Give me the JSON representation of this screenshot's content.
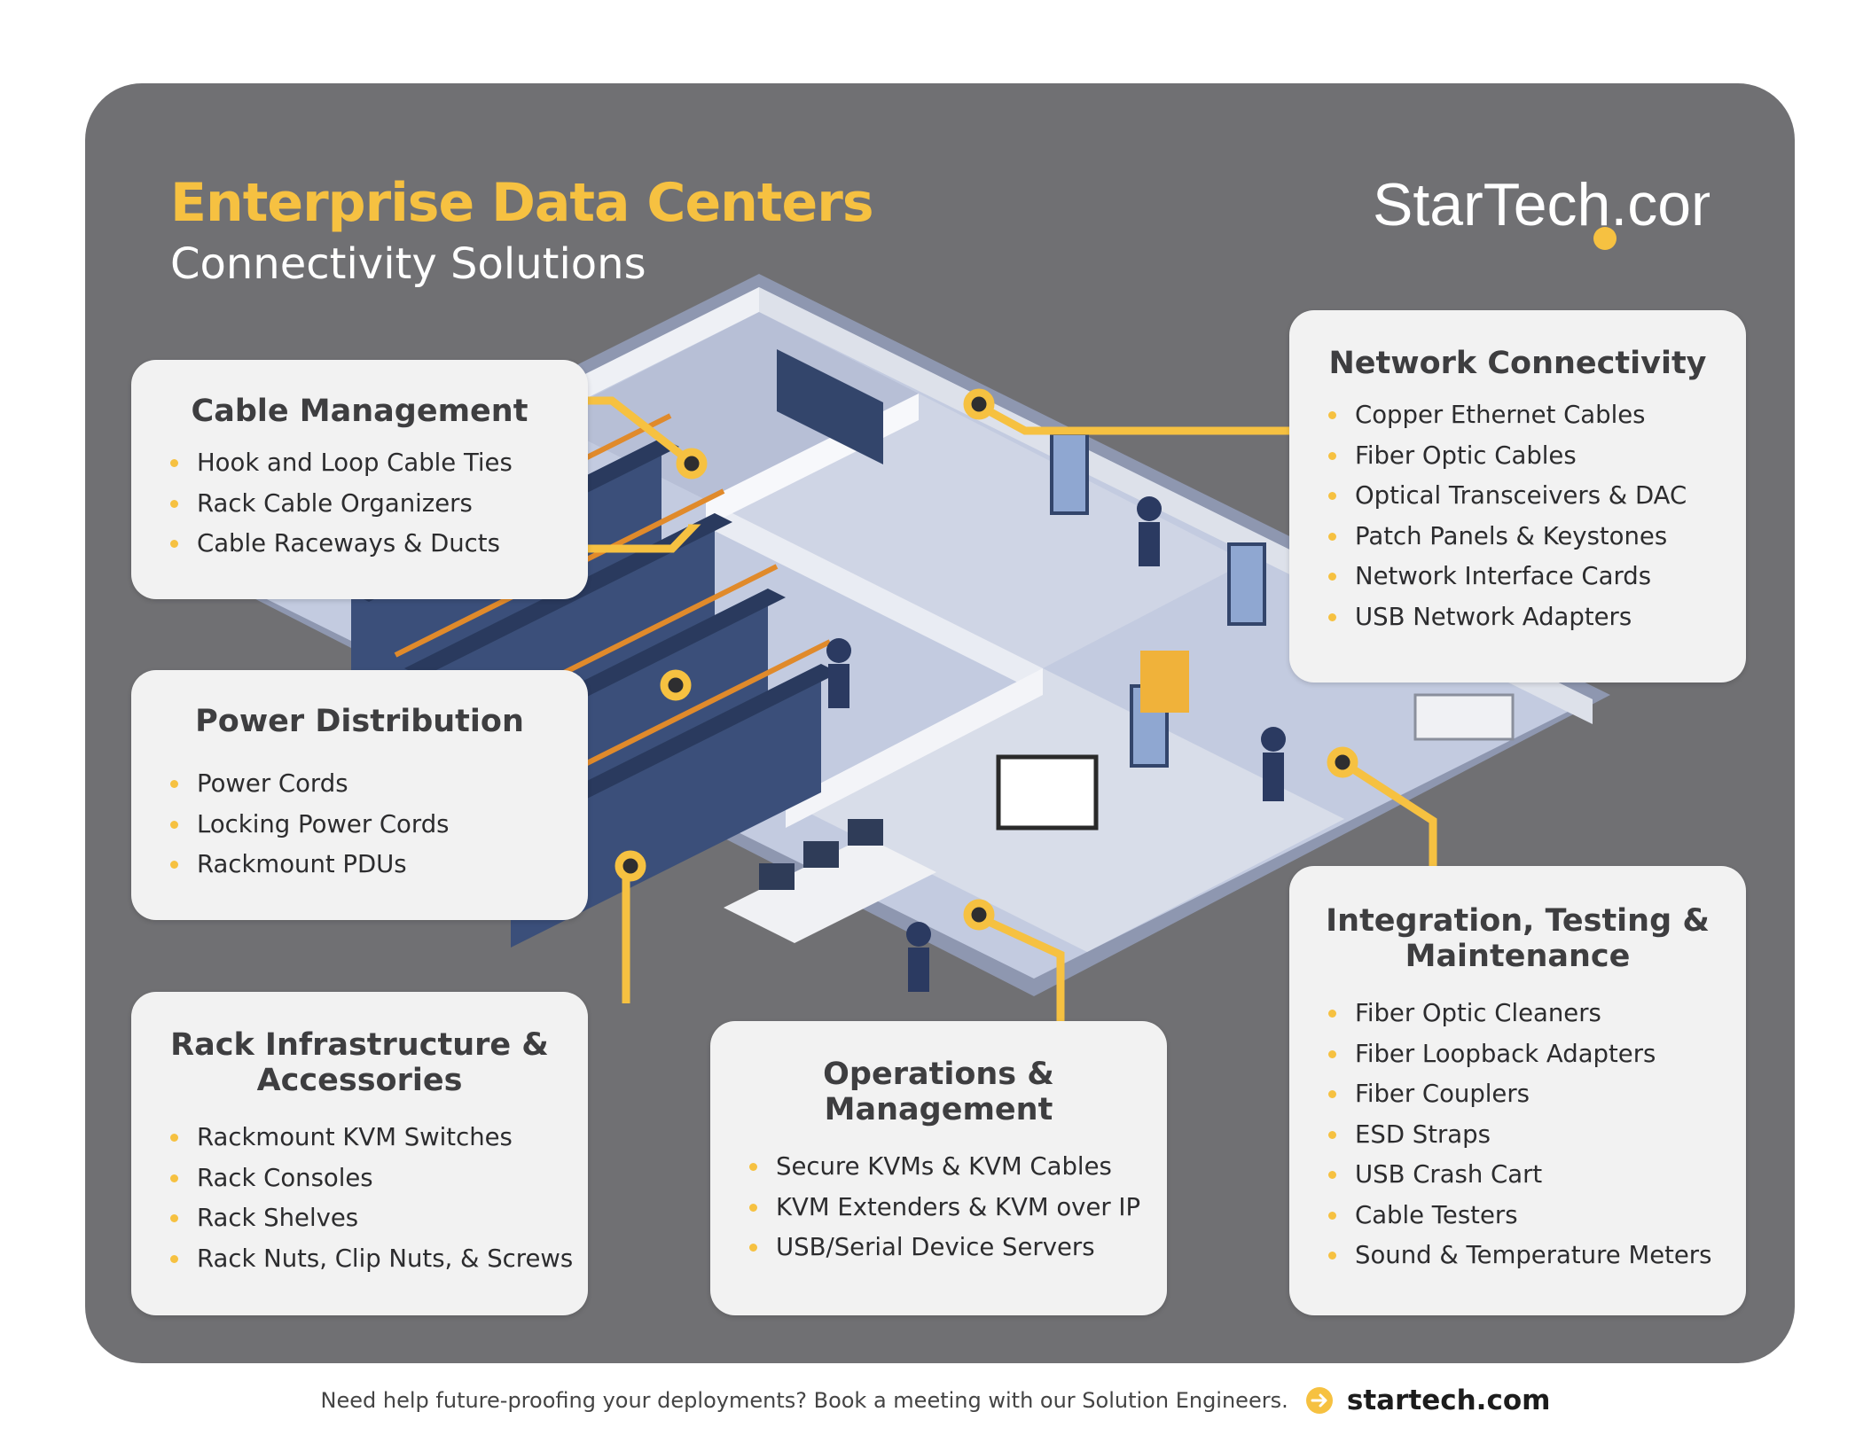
{
  "header": {
    "title": "Enterprise Data Centers",
    "subtitle": "Connectivity Solutions",
    "logo_text": "StarTech.com"
  },
  "colors": {
    "background": "#ffffff",
    "panel": "#707073",
    "card": "#f2f2f2",
    "accent": "#f6c141",
    "title_text": "#3e3e40"
  },
  "cards": {
    "cable_management": {
      "title": "Cable Management",
      "items": [
        "Hook and Loop Cable Ties",
        "Rack Cable Organizers",
        "Cable Raceways & Ducts"
      ]
    },
    "power_distribution": {
      "title": "Power Distribution",
      "items": [
        "Power Cords",
        "Locking Power Cords",
        "Rackmount PDUs"
      ]
    },
    "rack_infrastructure": {
      "title": "Rack Infrastructure &\nAccessories",
      "items": [
        "Rackmount KVM Switches",
        "Rack Consoles",
        "Rack Shelves",
        "Rack Nuts, Clip Nuts, & Screws"
      ]
    },
    "operations": {
      "title": "Operations &\nManagement",
      "items": [
        "Secure KVMs & KVM Cables",
        "KVM Extenders & KVM over IP",
        "USB/Serial Device Servers"
      ]
    },
    "network": {
      "title": "Network Connectivity",
      "items": [
        "Copper Ethernet Cables",
        "Fiber Optic Cables",
        "Optical Transceivers & DAC",
        "Patch Panels & Keystones",
        "Network Interface Cards",
        "USB Network Adapters"
      ]
    },
    "integration": {
      "title": "Integration, Testing &\nMaintenance",
      "items": [
        "Fiber Optic Cleaners",
        "Fiber Loopback Adapters",
        "Fiber Couplers",
        "ESD Straps",
        "USB Crash Cart",
        "Cable Testers",
        "Sound & Temperature Meters"
      ]
    }
  },
  "footer": {
    "text": "Need help future-proofing your deployments? Book a meeting with our Solution Engineers.",
    "icon": "arrow-right-circle-icon",
    "link": "startech.com"
  }
}
